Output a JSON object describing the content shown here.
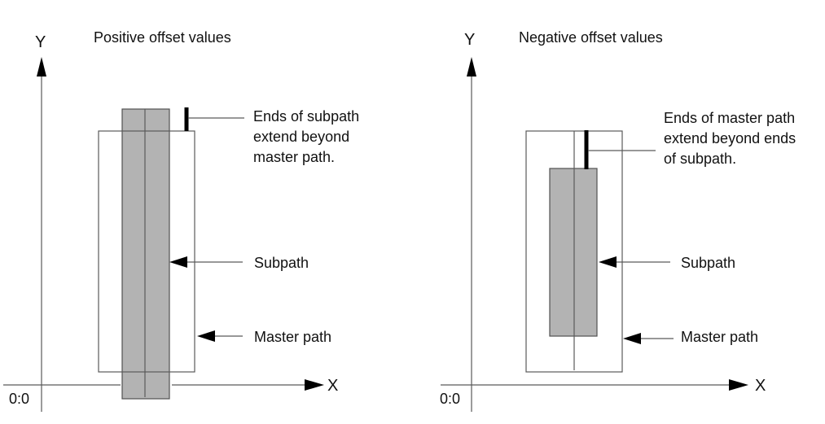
{
  "panels": [
    {
      "id": "positive",
      "title": "Positive offset values",
      "x_axis_label": "X",
      "y_axis_label": "Y",
      "origin_label": "0:0",
      "callout_ends": [
        "Ends of subpath",
        "extend beyond",
        "master path."
      ],
      "callout_subpath": "Subpath",
      "callout_master": "Master path"
    },
    {
      "id": "negative",
      "title": "Negative offset values",
      "x_axis_label": "X",
      "y_axis_label": "Y",
      "origin_label": "0:0",
      "callout_ends": [
        "Ends of master path",
        "extend beyond ends",
        "of subpath."
      ],
      "callout_subpath": "Subpath",
      "callout_master": "Master path"
    }
  ],
  "colors": {
    "subpath_fill": "#b3b3b3",
    "line": "#5a5a5a",
    "arrow": "#000000"
  }
}
